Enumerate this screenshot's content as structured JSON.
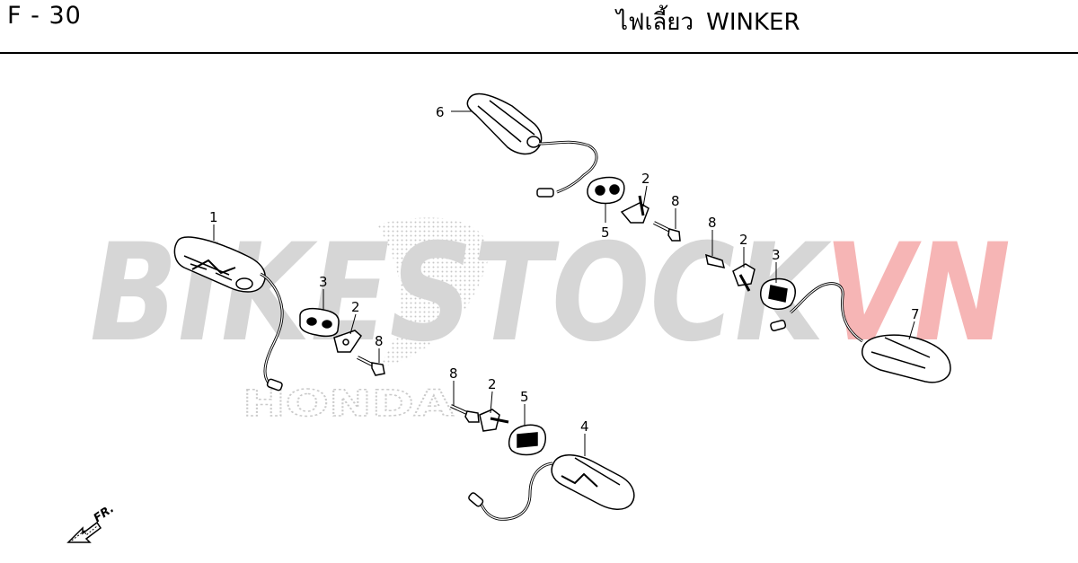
{
  "header": {
    "page_code": "F - 30",
    "title_thai": "ไฟเลี้ยว",
    "title_en": "WINKER"
  },
  "watermark": {
    "text_grey": "BIKESTOCK",
    "text_red": "VN",
    "brand": "HONDA",
    "color_grey": "#b8b8b8",
    "color_red": "#f08080"
  },
  "direction_indicator": {
    "label": "FR.",
    "icon": "front-arrow-icon"
  },
  "callouts": {
    "c1": "1",
    "c2a": "2",
    "c2b": "2",
    "c2c": "2",
    "c2d": "2",
    "c3a": "3",
    "c3b": "3",
    "c4": "4",
    "c5a": "5",
    "c5b": "5",
    "c6": "6",
    "c7": "7",
    "c8a": "8",
    "c8b": "8",
    "c8c": "8",
    "c8d": "8"
  }
}
